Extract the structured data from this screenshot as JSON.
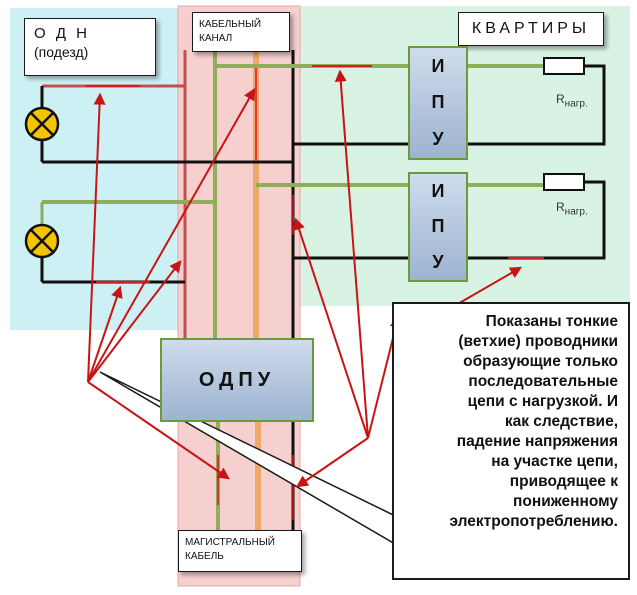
{
  "labels": {
    "odn_line1": "О Д Н",
    "odn_line2": "(подезд)",
    "cable_channel": "КАБЕЛЬНЫЙ КАНАЛ",
    "apartments": "КВАРТИРЫ",
    "main_cable": "МАГИСТРАЛЬНЫЙ КАБЕЛЬ",
    "odpu": "ОДПУ",
    "ipu_letters": [
      "И",
      "П",
      "У"
    ],
    "r_load": "R",
    "r_load_sub": "нагр."
  },
  "note": {
    "lines": [
      "Показаны тонкие",
      "(ветхие) проводники",
      "образующие только",
      "последовательные",
      "цепи с нагрузкой. И",
      "как следствие,",
      "падение напряжения",
      "на участке цепи,",
      "приводящее к",
      "пониженному",
      "электропотреблению."
    ]
  },
  "colors": {
    "odn_zone": "#cdf0f5",
    "cable_channel": "#f6cfcf",
    "apartments_zone": "#d8f2e4",
    "phase_wire": "#8fae5a",
    "neutral_wire": "#111111",
    "thin_wire": "#e01818",
    "riser_orange": "#f0a868",
    "arrow": "#c81414",
    "lamp": "#f5c400"
  }
}
